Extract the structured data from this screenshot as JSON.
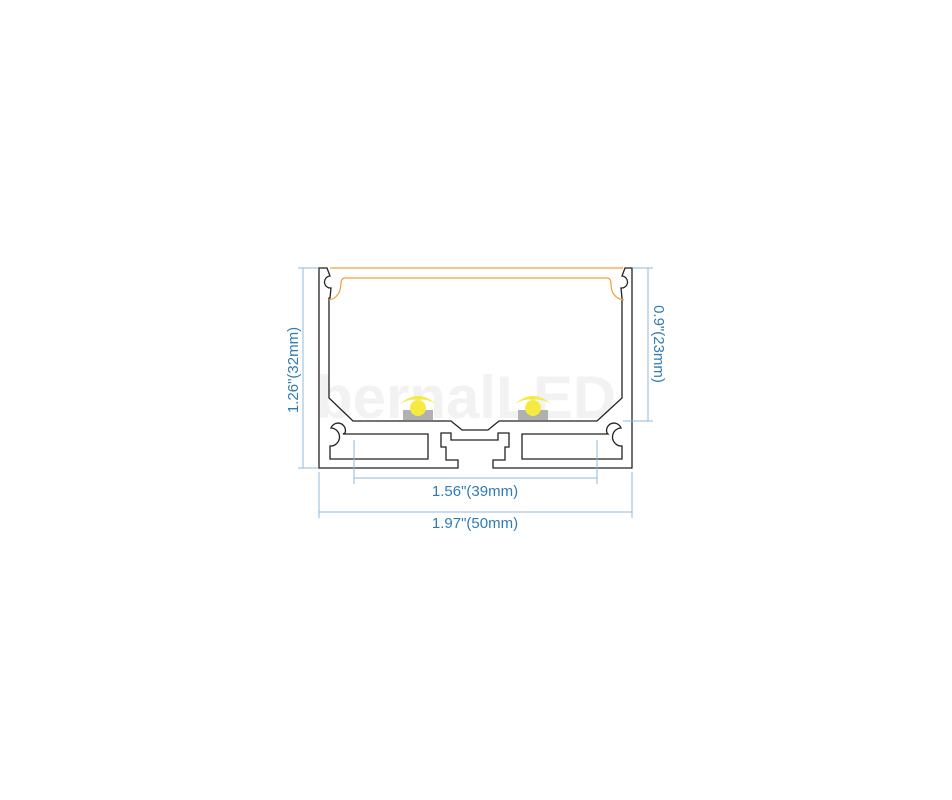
{
  "diagram": {
    "watermark": "bernalLED",
    "dimensions": {
      "height": "1.26\"(32mm)",
      "inner_height": "0.9\"(23mm)",
      "inner_width": "1.56\"(39mm)",
      "width": "1.97\"(50mm)"
    },
    "colors": {
      "profile": "#222222",
      "lens": "#f0a040",
      "dimension": "#2f7bb8",
      "led_glow": "#f5ea40",
      "led_chip": "#b0b0b0"
    }
  }
}
